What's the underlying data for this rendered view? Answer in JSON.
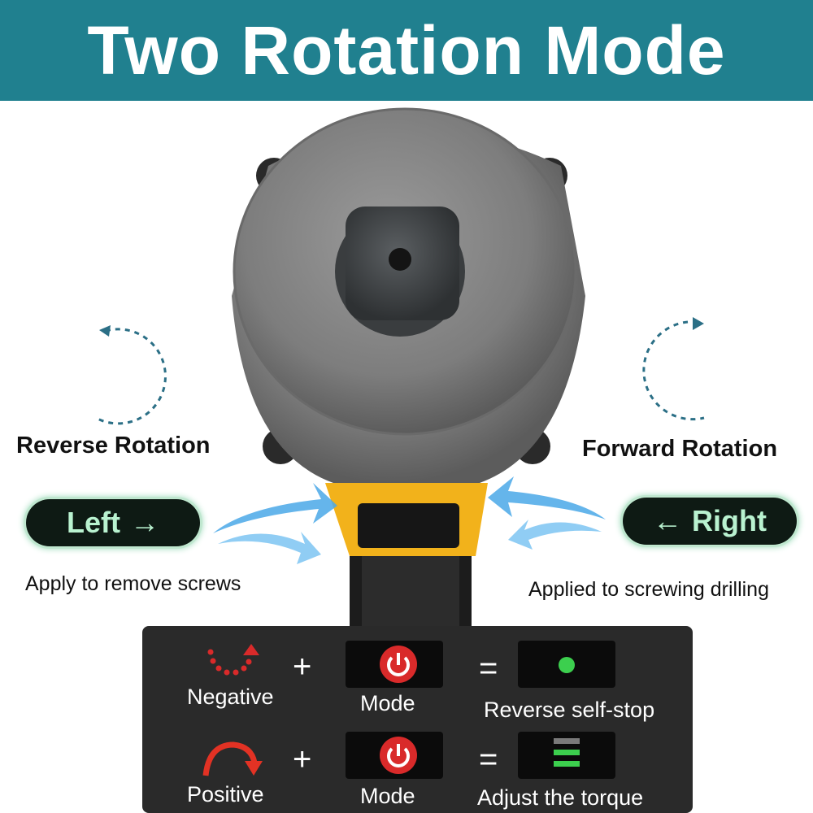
{
  "header": {
    "title": "Two Rotation Mode"
  },
  "left": {
    "heading": "Reverse Rotation",
    "button_label": "Left",
    "button_arrow": "→",
    "caption": "Apply to remove screws"
  },
  "right": {
    "heading": "Forward Rotation",
    "button_label": "Right",
    "button_arrow": "←",
    "caption": "Applied to screwing drilling"
  },
  "panel": {
    "rows": [
      {
        "left_label": "Negative",
        "mode_label": "Mode",
        "result_label": "Reverse self-stop"
      },
      {
        "left_label": "Positive",
        "mode_label": "Mode",
        "result_label": "Adjust the torque"
      }
    ],
    "plus_symbol": "+",
    "equals_symbol": "="
  },
  "colors": {
    "banner": "#20808f",
    "rotation_arrow": "#2b6f86",
    "blue_arrow": "#4aa8e8",
    "pill_text": "#b9f2d0",
    "power_red": "#d92a2a",
    "indicator_green": "#3ccf4e",
    "tool_yellow": "#f2b21b"
  },
  "icons": [
    "reverse-rotation-icon",
    "forward-rotation-icon",
    "power-icon",
    "negative-arrow-icon",
    "positive-arrow-icon",
    "green-dot-icon",
    "torque-bars-icon"
  ]
}
